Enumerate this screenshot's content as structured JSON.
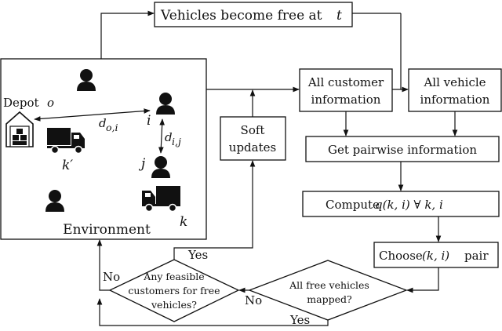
{
  "nodes": {
    "vehicles_free": {
      "text": "Vehicles become free at",
      "var": "t"
    },
    "all_customer": {
      "line1": "All customer",
      "line2": "information"
    },
    "all_vehicle": {
      "line1": "All vehicle",
      "line2": "information"
    },
    "pairwise": {
      "text": "Get pairwise information"
    },
    "compute": {
      "text": "Compute",
      "expr": "q(k, i) ∀ k, i"
    },
    "choose": {
      "text": "Choose",
      "expr": "(k, i)",
      "suffix": "pair"
    },
    "soft_updates": {
      "line1": "Soft",
      "line2": "updates"
    },
    "all_mapped": {
      "line1": "All free vehicles",
      "line2": "mapped?"
    },
    "any_feasible": {
      "line1": "Any feasible",
      "line2": "customers for free",
      "line3": "vehicles?"
    }
  },
  "edge_labels": {
    "yes_top": "Yes",
    "no_left": "No",
    "no_mid": "No",
    "yes_bottom": "Yes"
  },
  "environment": {
    "title": "Environment",
    "depot_label": "Depot",
    "depot_var": "o",
    "d_oi": "d",
    "d_oi_sub": "o,i",
    "d_ij": "d",
    "d_ij_sub": "i,j",
    "node_i": "i",
    "node_j": "j",
    "vehicle_kprime": "k′",
    "vehicle_k": "k"
  }
}
